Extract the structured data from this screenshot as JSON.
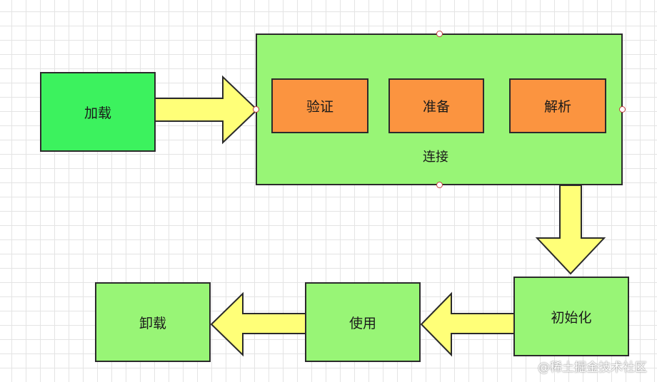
{
  "diagram": {
    "nodes": {
      "load": "加载",
      "verify": "验证",
      "prepare": "准备",
      "resolve": "解析",
      "link": "连接",
      "init": "初始化",
      "use": "使用",
      "unload": "卸载"
    },
    "watermark": "@稀土掘金技术社区"
  },
  "colors": {
    "node_green": "#98f576",
    "node_bright_green": "#3cf25e",
    "node_orange": "#fb9440",
    "arrow_fill": "#ffff78",
    "border": "#2b2b2b",
    "handle": "#c23a3a"
  }
}
